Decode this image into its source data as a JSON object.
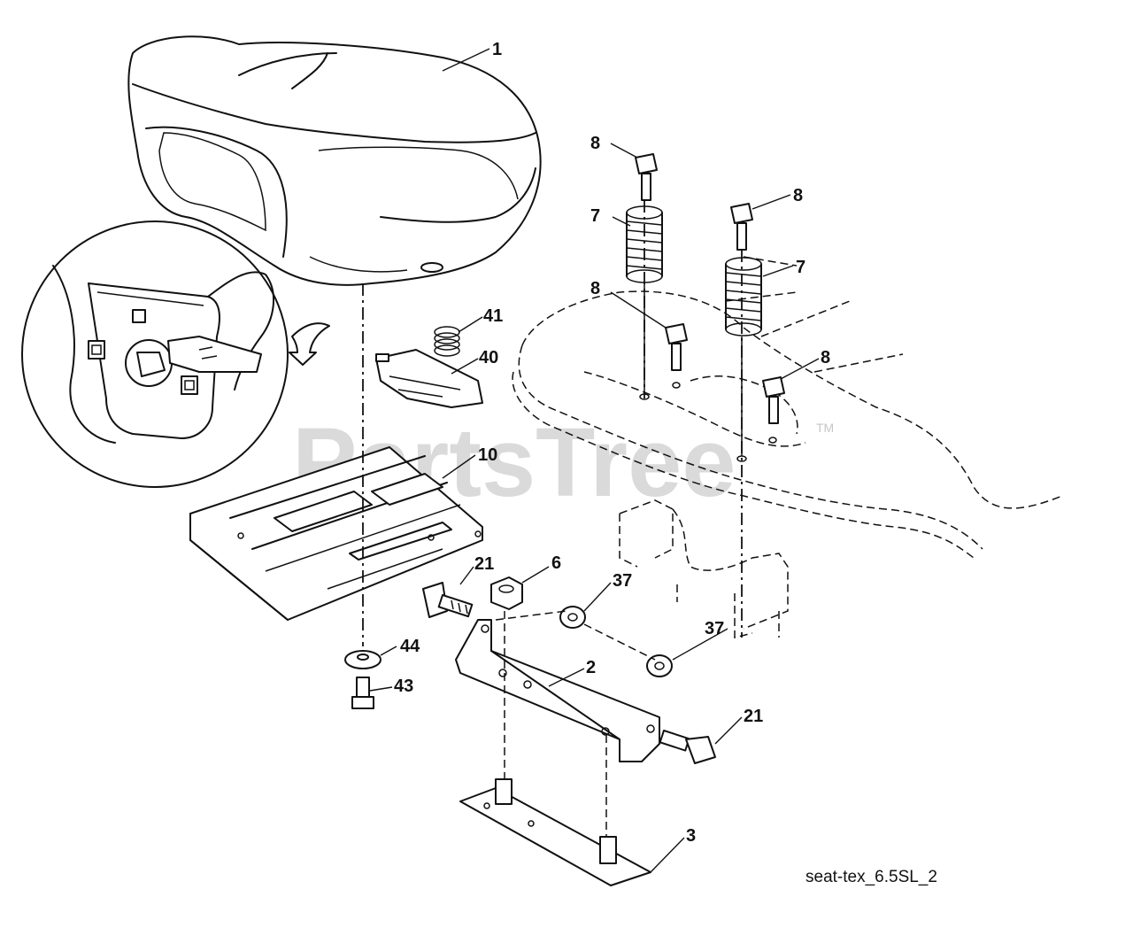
{
  "diagram": {
    "code": "seat-tex_6.5SL_2",
    "watermark": "PartsTree",
    "watermark_tm": "TM"
  },
  "callouts": [
    {
      "id": "c1",
      "label": "1"
    },
    {
      "id": "c8a",
      "label": "8"
    },
    {
      "id": "c8b",
      "label": "8"
    },
    {
      "id": "c8c",
      "label": "8"
    },
    {
      "id": "c8d",
      "label": "8"
    },
    {
      "id": "c7a",
      "label": "7"
    },
    {
      "id": "c7b",
      "label": "7"
    },
    {
      "id": "c41",
      "label": "41"
    },
    {
      "id": "c40",
      "label": "40"
    },
    {
      "id": "c10",
      "label": "10"
    },
    {
      "id": "c21a",
      "label": "21"
    },
    {
      "id": "c6",
      "label": "6"
    },
    {
      "id": "c37a",
      "label": "37"
    },
    {
      "id": "c37b",
      "label": "37"
    },
    {
      "id": "c2",
      "label": "2"
    },
    {
      "id": "c44",
      "label": "44"
    },
    {
      "id": "c43",
      "label": "43"
    },
    {
      "id": "c21b",
      "label": "21"
    },
    {
      "id": "c3",
      "label": "3"
    }
  ]
}
